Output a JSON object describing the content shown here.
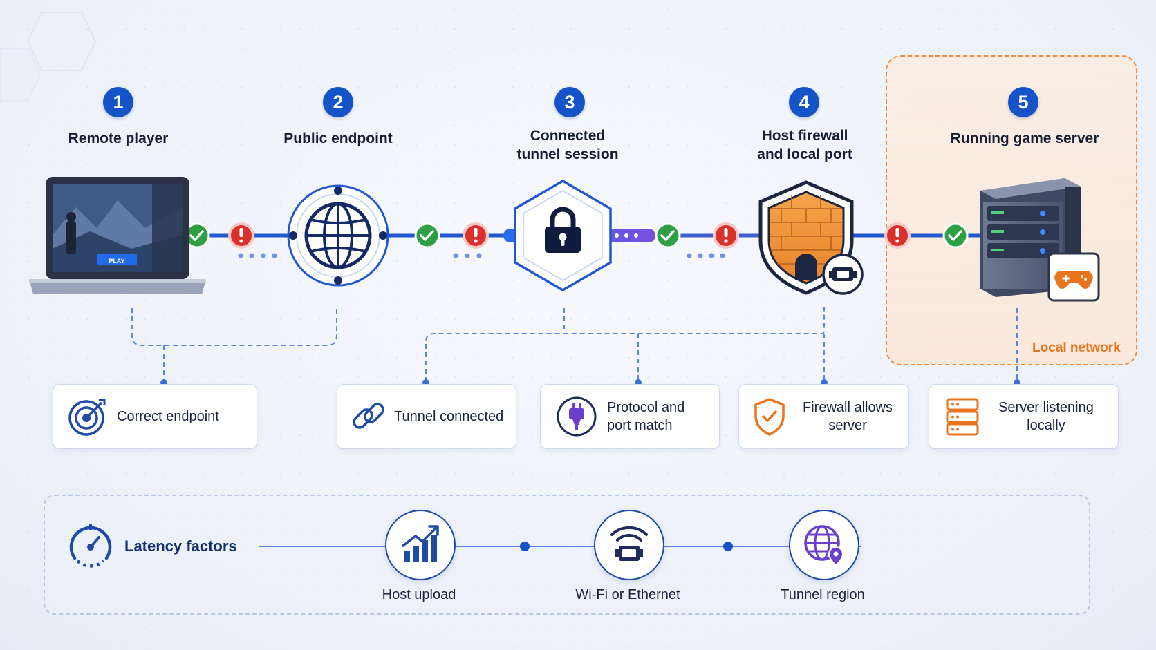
{
  "steps": [
    {
      "num": "1",
      "title": "Remote player"
    },
    {
      "num": "2",
      "title": "Public endpoint"
    },
    {
      "num": "3",
      "title_line1": "Connected",
      "title_line2": "tunnel session"
    },
    {
      "num": "4",
      "title_line1": "Host firewall",
      "title_line2": "and local port"
    },
    {
      "num": "5",
      "title": "Running game server"
    }
  ],
  "laptop_screen": {
    "play_label": "PLAY"
  },
  "local_network_label": "Local network",
  "cards": [
    {
      "label": "Correct endpoint",
      "icon": "target-icon"
    },
    {
      "label": "Tunnel connected",
      "icon": "link-icon"
    },
    {
      "label_line1": "Protocol and",
      "label_line2": "port match",
      "icon": "plug-icon"
    },
    {
      "label_line1": "Firewall allows",
      "label_line2": "server",
      "icon": "shield-check-icon"
    },
    {
      "label_line1": "Server listening",
      "label_line2": "locally",
      "icon": "server-rack-icon"
    }
  ],
  "latency": {
    "title": "Latency factors",
    "icon": "speedometer-icon",
    "factors": [
      {
        "label": "Host upload",
        "icon": "bar-chart-up-icon"
      },
      {
        "label": "Wi-Fi or Ethernet",
        "icon": "wifi-ethernet-icon"
      },
      {
        "label": "Tunnel region",
        "icon": "globe-pin-icon"
      }
    ]
  },
  "colors": {
    "primary": "#1553c9",
    "ok": "#2ea043",
    "error": "#d9312b",
    "accent_orange": "#e8741f",
    "accent_purple": "#6a3fc9"
  }
}
